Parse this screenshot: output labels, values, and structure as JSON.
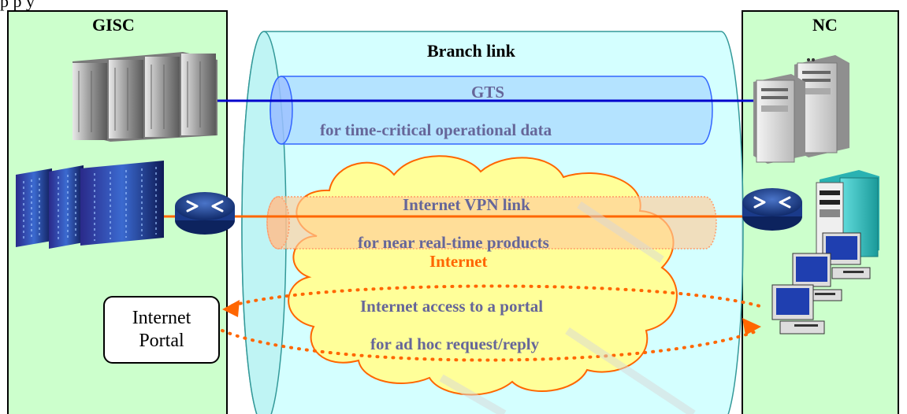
{
  "top_text": "p  p   y",
  "gisc": {
    "title": "GISC"
  },
  "nc": {
    "title": "NC"
  },
  "branch_link": {
    "title": "Branch link"
  },
  "gts": {
    "title": "GTS",
    "subtitle": "for time-critical operational data"
  },
  "vpn": {
    "title": "Internet VPN link",
    "subtitle": "for near real-time products"
  },
  "internet": {
    "title": "Internet"
  },
  "portal_access": {
    "title": "Internet access to a portal",
    "subtitle": "for ad hoc request/reply"
  },
  "portal_box": {
    "line1": "Internet",
    "line2": "Portal"
  },
  "colors": {
    "panel_fill": "#ccffcc",
    "tube_fill": "#ccffff",
    "gts_line": "#0000cc",
    "vpn_line": "#ff6600",
    "cloud_fill": "#ffff99",
    "cloud_stroke": "#ff6600",
    "label_text": "#666699",
    "internet_text": "#ff6600"
  },
  "icons": [
    "server-rack-gray-icon",
    "supercomputer-icon",
    "router-icon",
    "tower-server-icon",
    "desktop-computer-icon"
  ]
}
